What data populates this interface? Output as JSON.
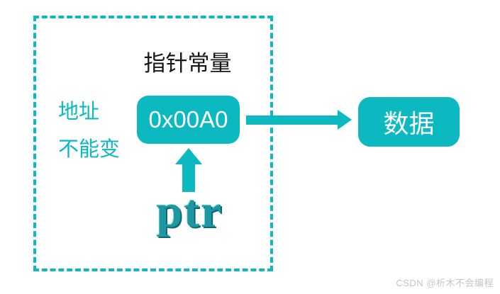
{
  "colors": {
    "teal": "#0cb9c1",
    "title-ink": "#161616",
    "ptr-fill": "#1f97a0",
    "ptr-shadow": "#0b6a70",
    "ptr-highlight": "#8fe0e3",
    "watermark-ink": "#c8c5c1"
  },
  "region": {
    "title": "指针常量",
    "note_line1": "地址",
    "note_line2": "不能变"
  },
  "nodes": {
    "address": "0x00A0",
    "data": "数据"
  },
  "labels": {
    "pointer": "ptr"
  },
  "watermark": {
    "text": "CSDN @析木不会编程"
  }
}
